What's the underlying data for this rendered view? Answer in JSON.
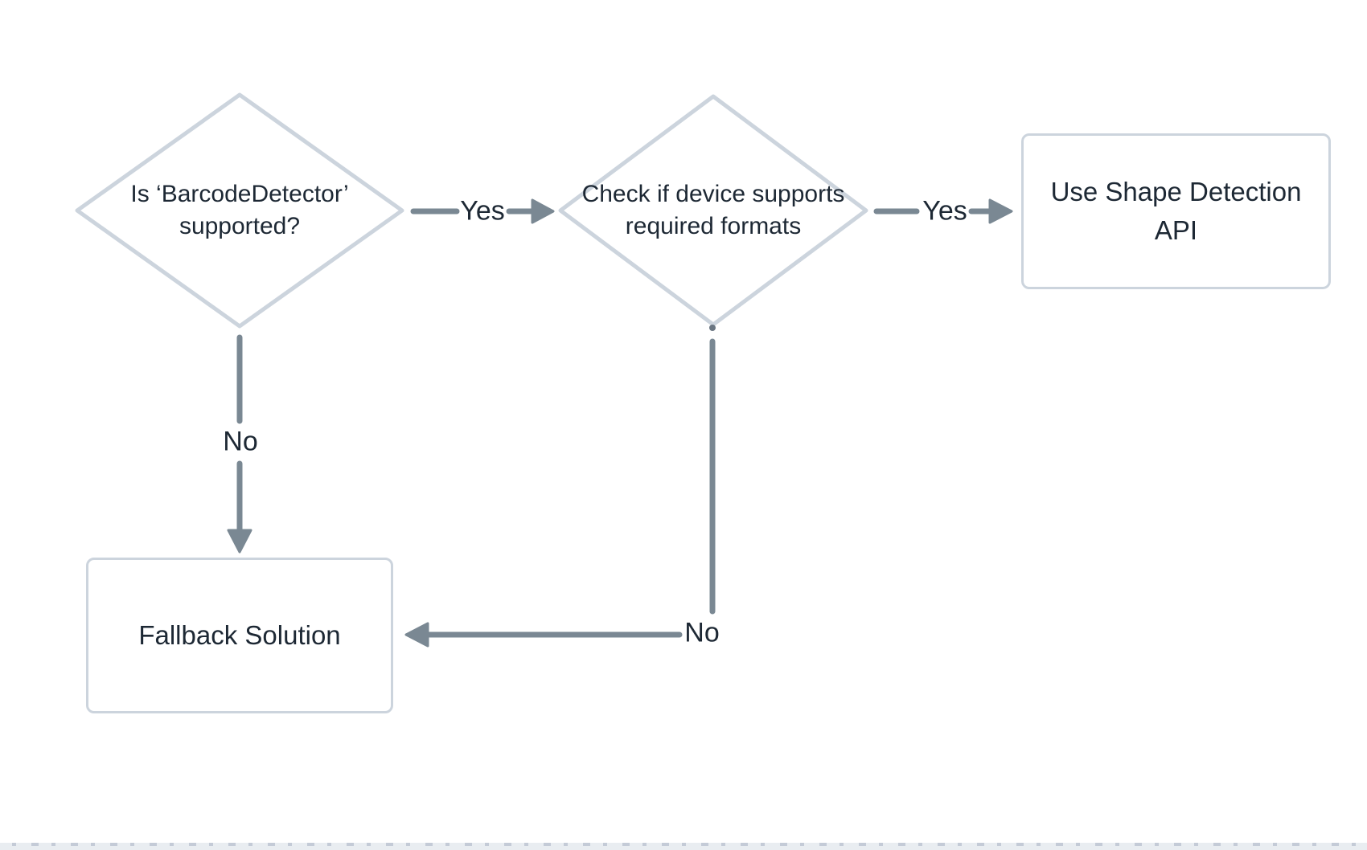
{
  "nodes": {
    "decision1": {
      "type": "decision",
      "label": "Is ‘BarcodeDetector’ supported?"
    },
    "decision2": {
      "type": "decision",
      "label": "Check if device supports required formats"
    },
    "result": {
      "type": "process",
      "label": "Use Shape Detection API"
    },
    "fallback": {
      "type": "process",
      "label": "Fallback Solution"
    }
  },
  "edges": {
    "yes1": {
      "from": "decision1",
      "to": "decision2",
      "label": "Yes"
    },
    "yes2": {
      "from": "decision2",
      "to": "result",
      "label": "Yes"
    },
    "no1": {
      "from": "decision1",
      "to": "fallback",
      "label": "No"
    },
    "no2": {
      "from": "decision2",
      "to": "fallback",
      "label": "No"
    }
  },
  "colors": {
    "background": "#ffffff",
    "node_border": "#ccd4dd",
    "connector": "#7a8893",
    "text": "#1d2834",
    "strip_base": "#e9edf1",
    "strip_mark": "#c4cbd7"
  }
}
